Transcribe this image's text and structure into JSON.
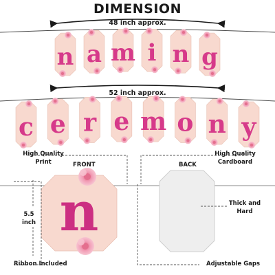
{
  "title": "DIMENSION",
  "top_row": {
    "width_label": "48 inch approx.",
    "letters": [
      "n",
      "a",
      "m",
      "i",
      "n",
      "g"
    ]
  },
  "bottom_row": {
    "width_label": "52 inch approx.",
    "letters": [
      "c",
      "e",
      "r",
      "e",
      "m",
      "o",
      "n",
      "y"
    ]
  },
  "detail": {
    "front_label": "FRONT",
    "back_label": "BACK",
    "front_letter": "n",
    "height_label": "5.5\ninch",
    "callouts": {
      "print": "High Quality\nPrint",
      "cardboard": "High Quality\nCardboard",
      "thick": "Thick and\nHard",
      "ribbon": "Ribbon Included",
      "gaps": "Adjustable Gaps"
    }
  },
  "colors": {
    "flag_fill": "#f8d9cf",
    "letter_pink": "#d63a8a",
    "rose": "#f2a0b8",
    "back_card": "#eeeeee"
  }
}
